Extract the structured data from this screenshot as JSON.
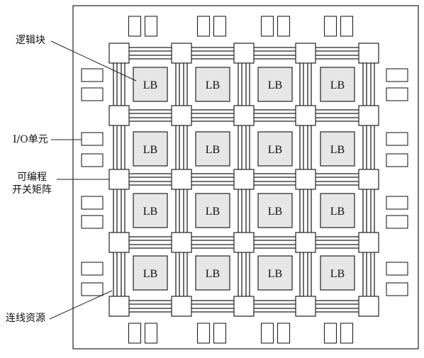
{
  "diagram": {
    "callouts": {
      "logic_block": "逻辑块",
      "io_cell": "I/O单元",
      "switch_matrix_line1": "可编程",
      "switch_matrix_line2": "开关矩阵",
      "interconnect": "连线资源"
    },
    "block_label": "LB",
    "grid": {
      "rows": 4,
      "cols": 4
    },
    "colors": {
      "outline": "#222222",
      "block_fill": "#e6e6e6",
      "background": "#ffffff"
    }
  }
}
